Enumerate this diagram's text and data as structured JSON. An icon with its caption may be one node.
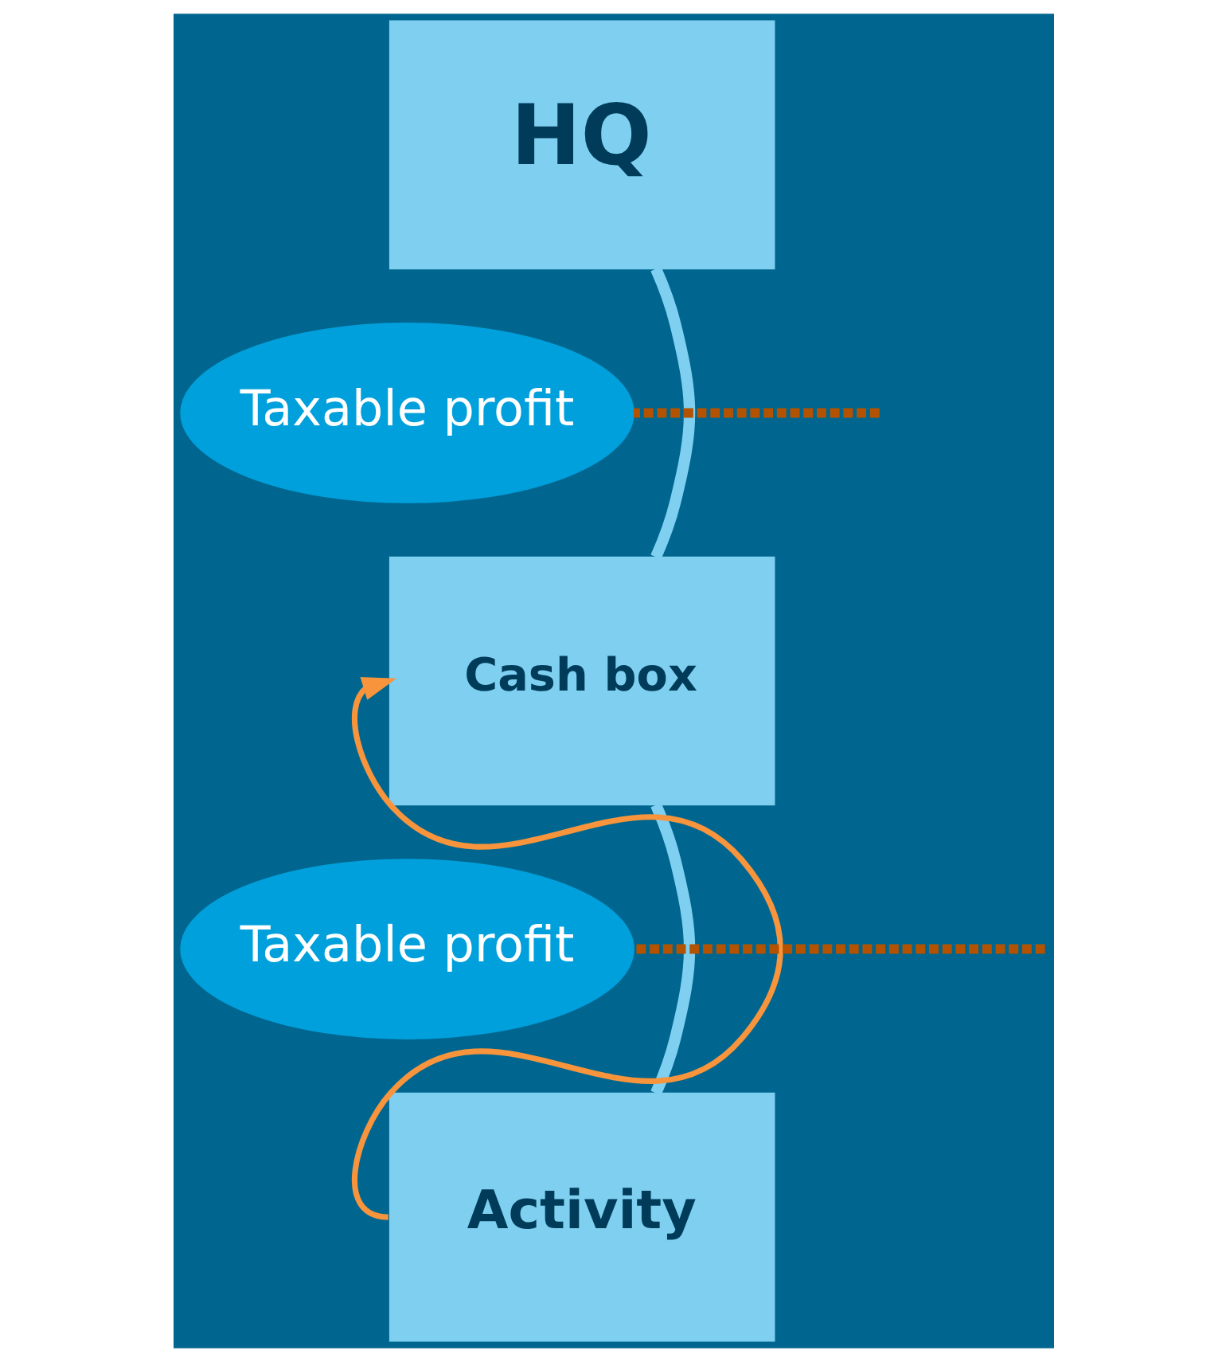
{
  "diagram": {
    "nodes": [
      {
        "text": [
          "HQ"
        ]
      },
      {
        "text": [
          "Taxable profit"
        ]
      },
      {
        "text": [
          "Cash box"
        ]
      },
      {
        "text": [
          "Taxable profit"
        ]
      },
      {
        "text": [
          "Activity"
        ]
      }
    ],
    "edges": [
      {
        "from": 0,
        "to": 2,
        "arrow": "none"
      },
      {
        "from": 2,
        "to": 4,
        "arrow": "none"
      },
      {
        "from": 4,
        "to": 2,
        "arrow": "to",
        "color": "#f7943c"
      },
      {
        "from": null,
        "to": 1,
        "arrow": "none",
        "style": "dashed",
        "color": "#b35200"
      },
      {
        "from": null,
        "to": 3,
        "arrow": "none",
        "style": "dashed",
        "color": "#b35200"
      }
    ]
  }
}
